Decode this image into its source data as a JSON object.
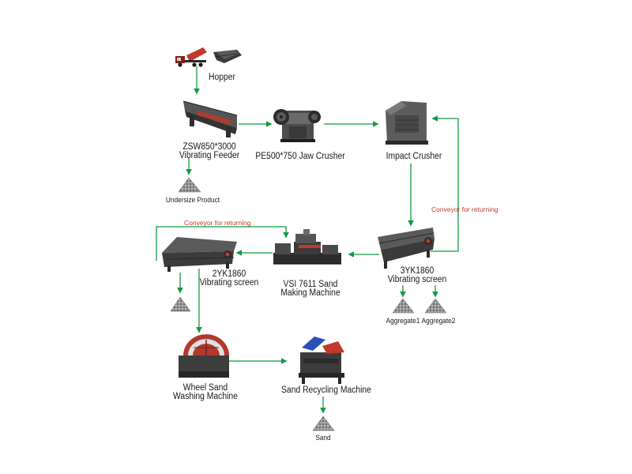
{
  "colors": {
    "arrow": "#129a3f",
    "return_label": "#c0392b",
    "machine_dark": "#3a3a3a",
    "machine_mid": "#6d6d6d",
    "accent_red": "#c0392b",
    "accent_blue": "#2b4fb5"
  },
  "nodes": {
    "hopper": {
      "label": "Hopper",
      "icons": [
        "dump-truck-icon",
        "hopper-icon"
      ]
    },
    "feeder": {
      "label_line1": "ZSW850*3000",
      "label_line2": "Vibrating Feeder",
      "icon": "vibrating-feeder-icon"
    },
    "undersize": {
      "label": "Undersize Product",
      "icon": "gravel-pile-icon"
    },
    "jaw": {
      "label": "PE500*750 Jaw Crusher",
      "icon": "jaw-crusher-icon"
    },
    "impact": {
      "label": "Impact Crusher",
      "icon": "impact-crusher-icon"
    },
    "screen3": {
      "label_line1": "3YK1860",
      "label_line2": "Vibrating screen",
      "icon": "vibrating-screen-icon"
    },
    "aggregate1": {
      "label": "Aggregate1",
      "icon": "gravel-pile-icon"
    },
    "aggregate2": {
      "label": "Aggregate2",
      "icon": "gravel-pile-icon"
    },
    "vsi": {
      "label_line1": "VSI 7611 Sand",
      "label_line2": "Making Machine",
      "icon": "sand-making-machine-icon"
    },
    "screen2": {
      "label_line1": "2YK1860",
      "label_line2": "Vibrating screen",
      "icon": "vibrating-screen-icon"
    },
    "screen2_out": {
      "icon": "gravel-pile-icon"
    },
    "washer": {
      "label_line1": "Wheel Sand",
      "label_line2": "Washing Machine",
      "icon": "wheel-sand-washer-icon"
    },
    "recycler": {
      "label": "Sand Recycling Machine",
      "icon": "sand-recycling-machine-icon"
    },
    "sand": {
      "label": "Sand",
      "icon": "sand-pile-icon"
    }
  },
  "return_labels": {
    "upper": "Conveyor for returning",
    "right": "Conveyor for returning"
  }
}
